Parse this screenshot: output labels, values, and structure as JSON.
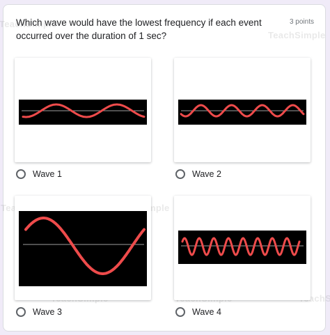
{
  "question": {
    "text": "Which wave would have the lowest frequency if each event occurred over the duration of 1 sec?",
    "points": "3 points"
  },
  "options": [
    {
      "label": "Wave 1",
      "cycles": 2
    },
    {
      "label": "Wave 2",
      "cycles": 4
    },
    {
      "label": "Wave 3",
      "cycles": 1
    },
    {
      "label": "Wave 4",
      "cycles": 8
    }
  ],
  "watermark": "TeachSimple",
  "colors": {
    "wave": "#ee4b4b",
    "wave_background": "#000000",
    "axis": "#9e9e9e",
    "page_background": "#f0ebf8"
  }
}
